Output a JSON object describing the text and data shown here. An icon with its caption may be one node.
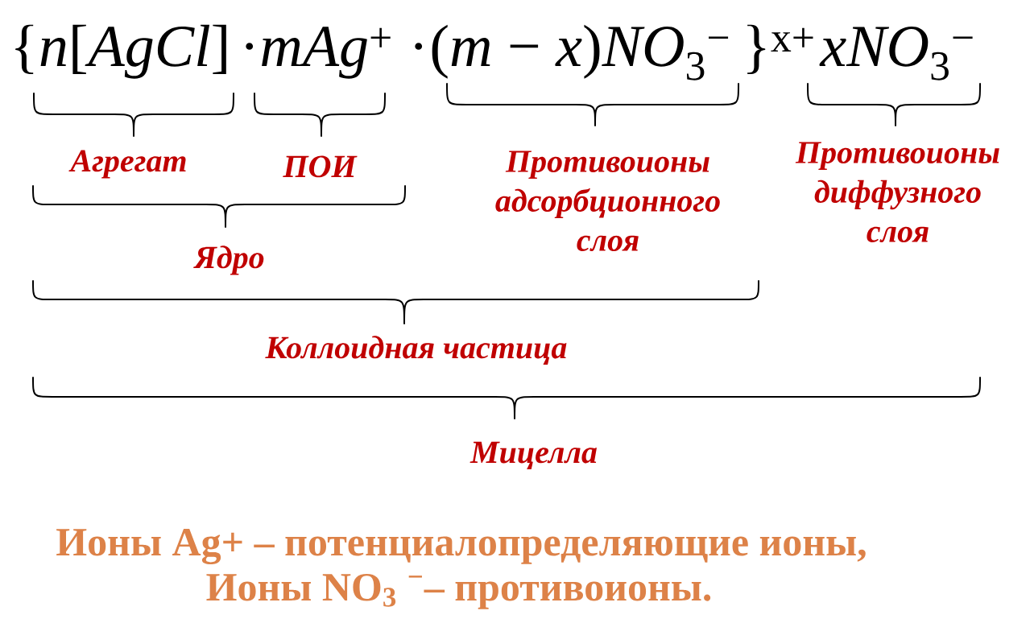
{
  "diagram": {
    "labels": [
      "{*n*[*AgCl*]",
      "·",
      "*mAg*$^{+}$",
      "·",
      "(*m* − *x*)*NO*$_{3}$$^{−}$",
      "}$^{x+}$",
      "*xNO*$_{3}$$^{−}$",
      "Агрегат",
      "ПОИ",
      "Противоионы адсорбционного слоя",
      "Противоионы диффузного слоя",
      "Ядро",
      "Коллоидная частица",
      "Мицелла",
      "Ионы Ag+ – потенциалопределяющие ионы,",
      "Ионы NO$_{3}$ $^{−}$– противоионы."
    ]
  }
}
